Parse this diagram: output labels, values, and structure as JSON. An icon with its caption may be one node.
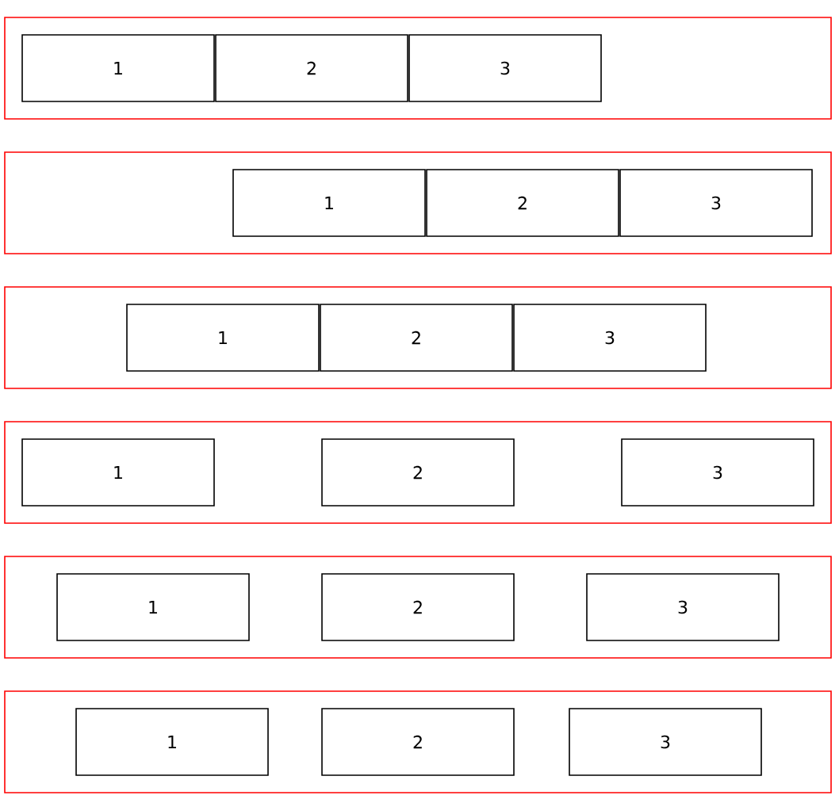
{
  "diagram": {
    "nodes": [
      {
        "text": [],
        "shape": "box"
      },
      {
        "text": [
          "1"
        ],
        "in": 0
      },
      {
        "text": [
          "2"
        ],
        "in": 0
      },
      {
        "text": [
          "3"
        ],
        "in": 0
      },
      {
        "text": [],
        "shape": "box"
      },
      {
        "text": [
          "1"
        ],
        "in": 4
      },
      {
        "text": [
          "2"
        ],
        "in": 4
      },
      {
        "text": [
          "3"
        ],
        "in": 4
      },
      {
        "text": [],
        "shape": "box"
      },
      {
        "text": [
          "1"
        ],
        "in": 8
      },
      {
        "text": [
          "2"
        ],
        "in": 8
      },
      {
        "text": [
          "3"
        ],
        "in": 8
      },
      {
        "text": [],
        "shape": "box"
      },
      {
        "text": [
          "1"
        ],
        "in": 12
      },
      {
        "text": [
          "2"
        ],
        "in": 12
      },
      {
        "text": [
          "3"
        ],
        "in": 12
      },
      {
        "text": [],
        "shape": "box"
      },
      {
        "text": [
          "1"
        ],
        "in": 16
      },
      {
        "text": [
          "2"
        ],
        "in": 16
      },
      {
        "text": [
          "3"
        ],
        "in": 16
      },
      {
        "text": [],
        "shape": "box"
      },
      {
        "text": [
          "1"
        ],
        "in": 20
      },
      {
        "text": [
          "2"
        ],
        "in": 20
      },
      {
        "text": [
          "3"
        ],
        "in": 20
      }
    ]
  }
}
